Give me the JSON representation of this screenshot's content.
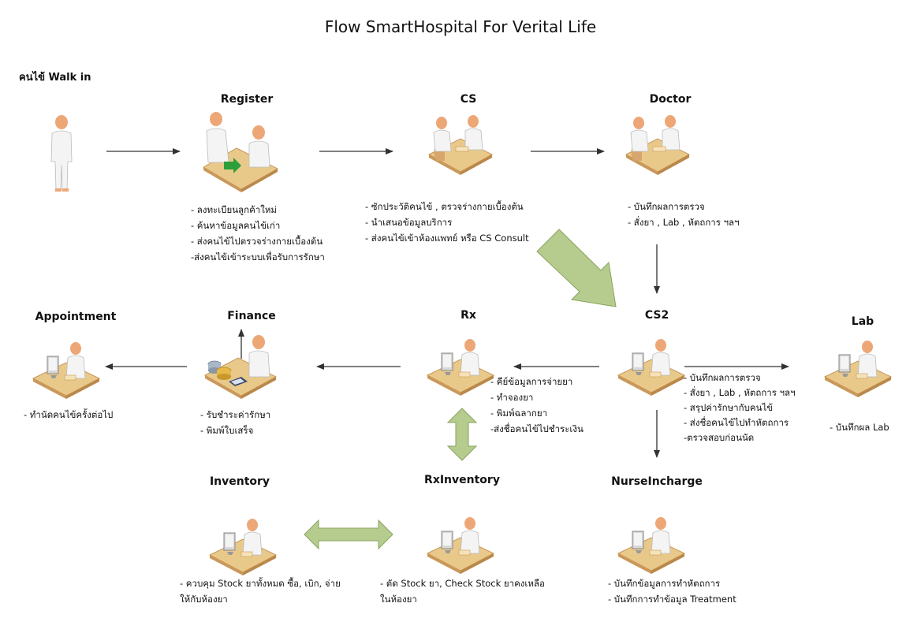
{
  "title": "Flow SmartHospital For Verital Life",
  "walkin_label": "คนไข้ Walk in",
  "stations": {
    "register": {
      "label": "Register",
      "notes": [
        "- ลงทะเบียนลูกค้าใหม่",
        "- ค้นหาข้อมูลคนไข้เก่า",
        "- ส่งคนไข้ไปตรวจร่างกายเบื้องต้น",
        "-ส่งคนไข้เข้าระบบเพื่อรับการรักษา"
      ]
    },
    "cs": {
      "label": "CS",
      "notes": [
        "- ซักประวัติคนไข้ , ตรวจร่างกายเบื้องต้น",
        "- นำเสนอข้อมูลบริการ",
        "- ส่งคนไข้เข้าห้องแพทย์ หรือ CS Consult"
      ]
    },
    "doctor": {
      "label": "Doctor",
      "notes": [
        "- บันทึกผลการตรวจ",
        "- สั่งยา , Lab , หัตถการ  ฯลฯ"
      ]
    },
    "cs2": {
      "label": "CS2",
      "notes": [
        "- บันทึกผลการตรวจ",
        "- สั่งยา , Lab , หัตถการ  ฯลฯ",
        "- สรุปค่ารักษากับคนไข้",
        "- ส่งชื่อคนไข้ไปทำหัตถการ",
        " -ตรวจสอบก่อนนัด"
      ]
    },
    "lab": {
      "label": "Lab",
      "notes": [
        "- บันทึกผล Lab"
      ]
    },
    "rx": {
      "label": "Rx",
      "notes": [
        "- คีย์ข้อมูลการจ่ายยา",
        "- ทำจองยา",
        "- พิมพ์ฉลากยา",
        "-ส่งชื่อคนไข้ไปชำระเงิน"
      ]
    },
    "finance": {
      "label": "Finance",
      "notes": [
        "- รับชำระค่ารักษา",
        "- พิมพ์ใบเสร็จ"
      ]
    },
    "appointment": {
      "label": "Appointment",
      "notes": [
        "- ทำนัดคนไข้ครั้งต่อไป"
      ]
    },
    "inventory": {
      "label": "Inventory",
      "notes": [
        "- ควบคุม Stock ยาทั้งหมด ซื้อ, เบิก, จ่าย",
        "ให้กับห้องยา"
      ]
    },
    "rxinventory": {
      "label": "RxInventory",
      "notes": [
        "- ตัด Stock ยา, Check Stock ยาคงเหลือ",
        "ในห้องยา"
      ]
    },
    "nurse": {
      "label": "NurseIncharge",
      "notes": [
        "- บันทึกข้อมูลการทำหัตถการ",
        "- บันทึกการทำข้อมูล Treatment"
      ]
    }
  },
  "colors": {
    "skin": "#eda777",
    "desk": "#e9c98a",
    "desk_dark": "#c9985a",
    "green_arrow": "#b5cc8e",
    "green_edge": "#8aa35e",
    "arrow": "#333333"
  }
}
